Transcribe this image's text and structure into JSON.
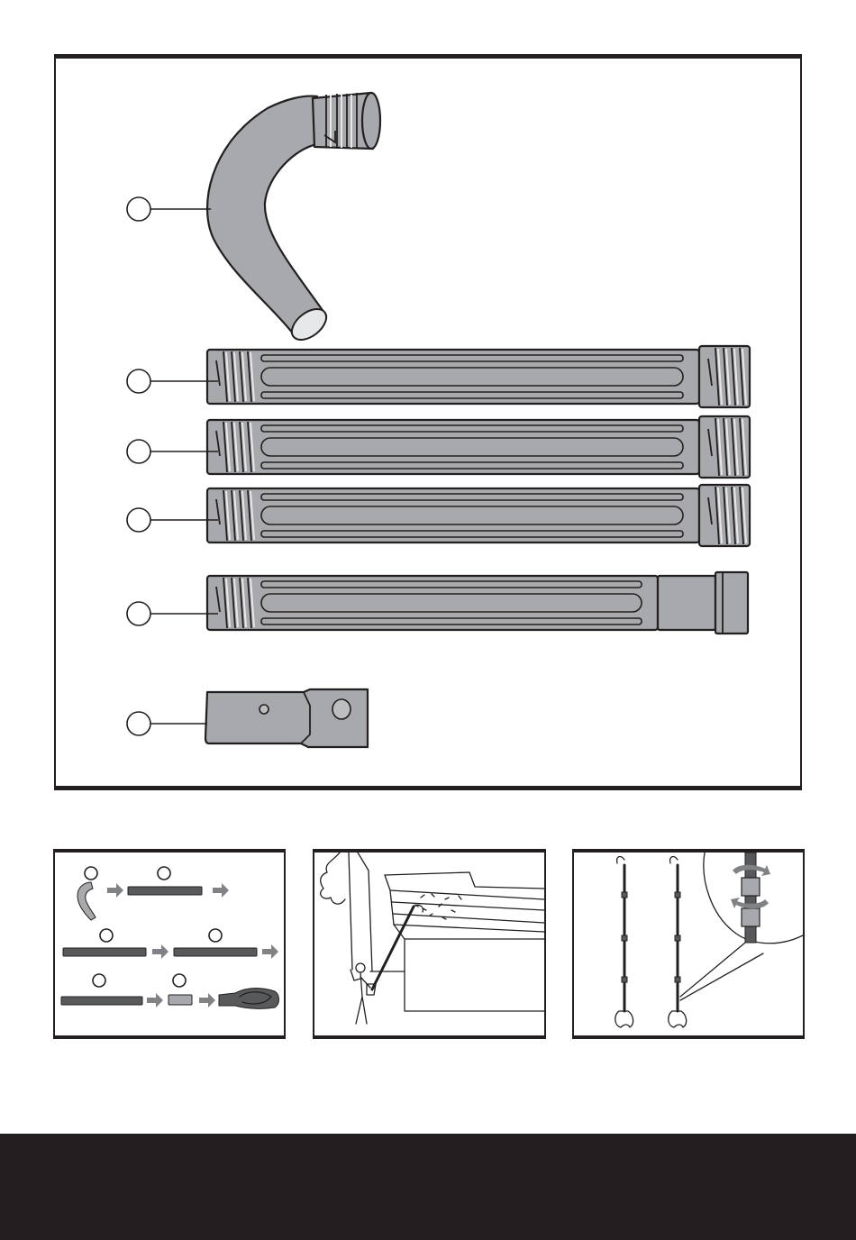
{
  "main_figure": {
    "parts": [
      {
        "name": "elbow-tube",
        "callout": ""
      },
      {
        "name": "extension-tube-1",
        "callout": ""
      },
      {
        "name": "extension-tube-2",
        "callout": ""
      },
      {
        "name": "extension-tube-3",
        "callout": ""
      },
      {
        "name": "end-tube",
        "callout": ""
      },
      {
        "name": "adapter",
        "callout": ""
      }
    ]
  },
  "assembly_steps": {
    "callouts": [
      "",
      "",
      "",
      "",
      "",
      ""
    ]
  },
  "usage_illustration": {},
  "rotation_detail": {},
  "colors": {
    "ink": "#231f20",
    "part_fill": "#a7a9ac",
    "arrow": "#808285",
    "footer": "#231f20"
  }
}
